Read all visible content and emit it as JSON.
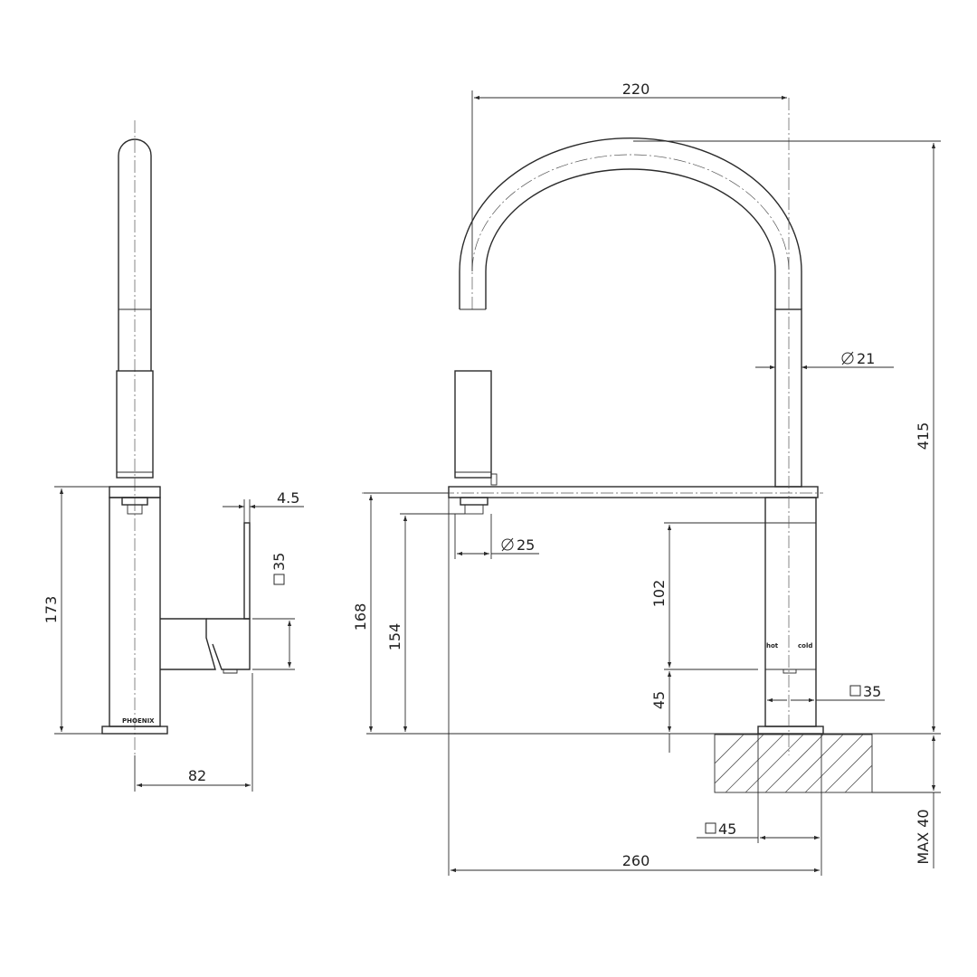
{
  "brand": "PHOENIX",
  "tap_labels": {
    "hot": "hot",
    "cold": "cold"
  },
  "side_view": {
    "height": "173",
    "depth": "82",
    "lever_thickness": "4.5",
    "lever_square": "35"
  },
  "front_view": {
    "spout_width": "220",
    "overall_height": "415",
    "hose_diameter": "21",
    "head_diameter": "25",
    "outlet_height": "168",
    "head_height": "154",
    "body_height": "102",
    "base_height": "45",
    "body_square": "35",
    "base_square": "45",
    "overall_width": "260",
    "bench_thickness": "MAX 40"
  }
}
